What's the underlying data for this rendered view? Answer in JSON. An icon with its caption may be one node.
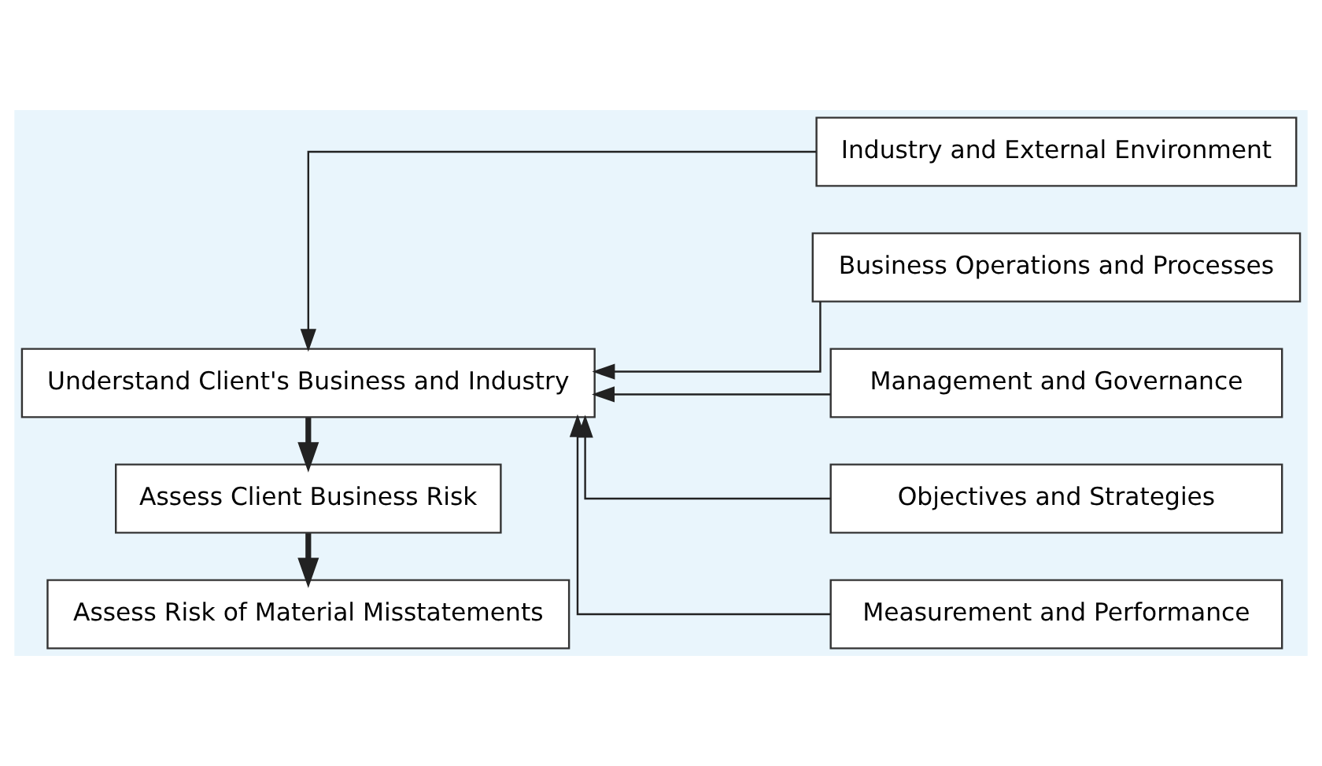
{
  "diagram": {
    "nodes": [
      {
        "text": [
          "Understand Client's Business and Industry"
        ]
      },
      {
        "text": [
          "Assess Client Business Risk"
        ]
      },
      {
        "text": [
          "Assess Risk of Material Misstatements"
        ]
      },
      {
        "text": [
          "Industry and External Environment"
        ]
      },
      {
        "text": [
          "Business Operations and Processes"
        ]
      },
      {
        "text": [
          "Management and Governance"
        ]
      },
      {
        "text": [
          "Objectives and Strategies"
        ]
      },
      {
        "text": [
          "Measurement and Performance"
        ]
      }
    ],
    "edges": [
      {
        "from": 0,
        "to": 1,
        "arrow": "to",
        "style": "thick"
      },
      {
        "from": 1,
        "to": 2,
        "arrow": "to",
        "style": "thick"
      },
      {
        "from": 3,
        "to": 0,
        "arrow": "to"
      },
      {
        "from": 4,
        "to": 0,
        "arrow": "to"
      },
      {
        "from": 5,
        "to": 0,
        "arrow": "to"
      },
      {
        "from": 6,
        "to": 0,
        "arrow": "to"
      },
      {
        "from": 7,
        "to": 0,
        "arrow": "to"
      }
    ]
  }
}
